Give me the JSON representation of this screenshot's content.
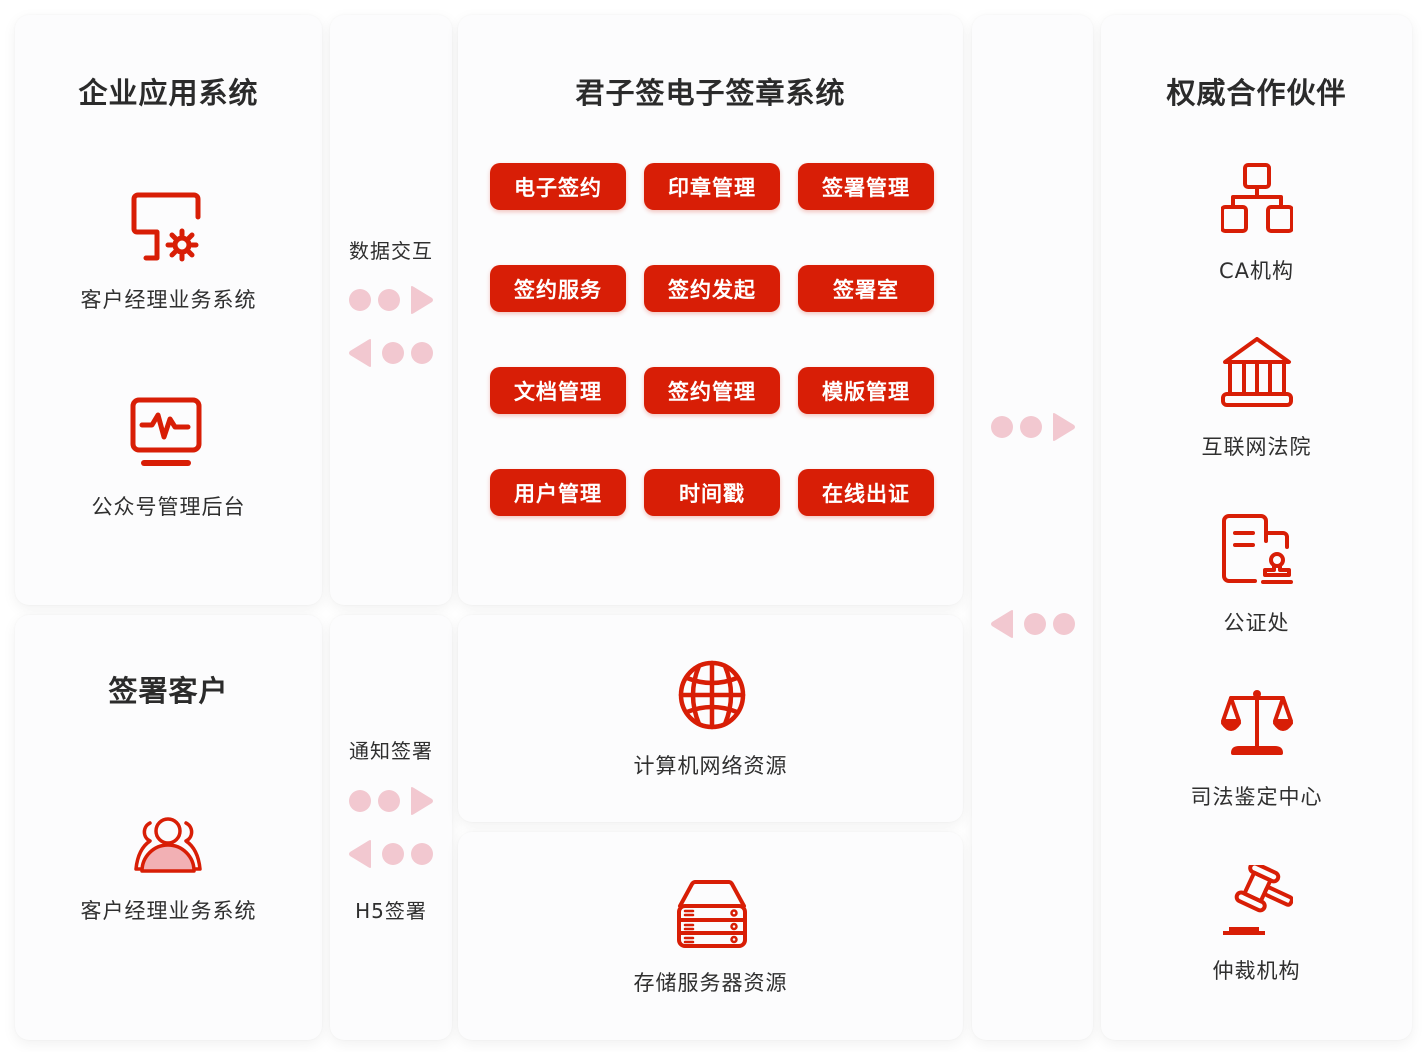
{
  "colors": {
    "accent": "#d81e06",
    "arrow": "#f2c8d0",
    "card_bg": "#fcfcfd",
    "text": "#2f2f2f"
  },
  "enterprise_apps": {
    "title": "企业应用系统",
    "items": [
      {
        "icon": "monitor-gear-icon",
        "label": "客户经理业务系统"
      },
      {
        "icon": "monitor-pulse-icon",
        "label": "公众号管理后台"
      }
    ]
  },
  "data_exchange": {
    "label": "数据交互",
    "arrows": [
      "right-arrow",
      "left-arrow"
    ]
  },
  "signing_customers": {
    "title": "签署客户",
    "items": [
      {
        "icon": "users-group-icon",
        "label": "客户经理业务系统"
      }
    ]
  },
  "notify_flow": {
    "top_label": "通知签署",
    "bottom_label": "H5签署",
    "arrows": [
      "right-arrow",
      "left-arrow"
    ]
  },
  "core_system": {
    "title": "君子签电子签章系统",
    "modules": [
      "电子签约",
      "印章管理",
      "签署管理",
      "签约服务",
      "签约发起",
      "签署室",
      "文档管理",
      "签约管理",
      "模版管理",
      "用户管理",
      "时间戳",
      "在线出证"
    ]
  },
  "resources": [
    {
      "icon": "globe-icon",
      "label": "计算机网络资源"
    },
    {
      "icon": "server-icon",
      "label": "存储服务器资源"
    }
  ],
  "partner_flow": {
    "arrows": [
      "right-arrow",
      "left-arrow"
    ]
  },
  "partners": {
    "title": "权威合作伙伴",
    "items": [
      {
        "icon": "hierarchy-icon",
        "label": "CA机构"
      },
      {
        "icon": "courthouse-icon",
        "label": "互联网法院"
      },
      {
        "icon": "notary-stamp-icon",
        "label": "公证处"
      },
      {
        "icon": "scales-icon",
        "label": "司法鉴定中心"
      },
      {
        "icon": "gavel-icon",
        "label": "仲裁机构"
      }
    ]
  }
}
